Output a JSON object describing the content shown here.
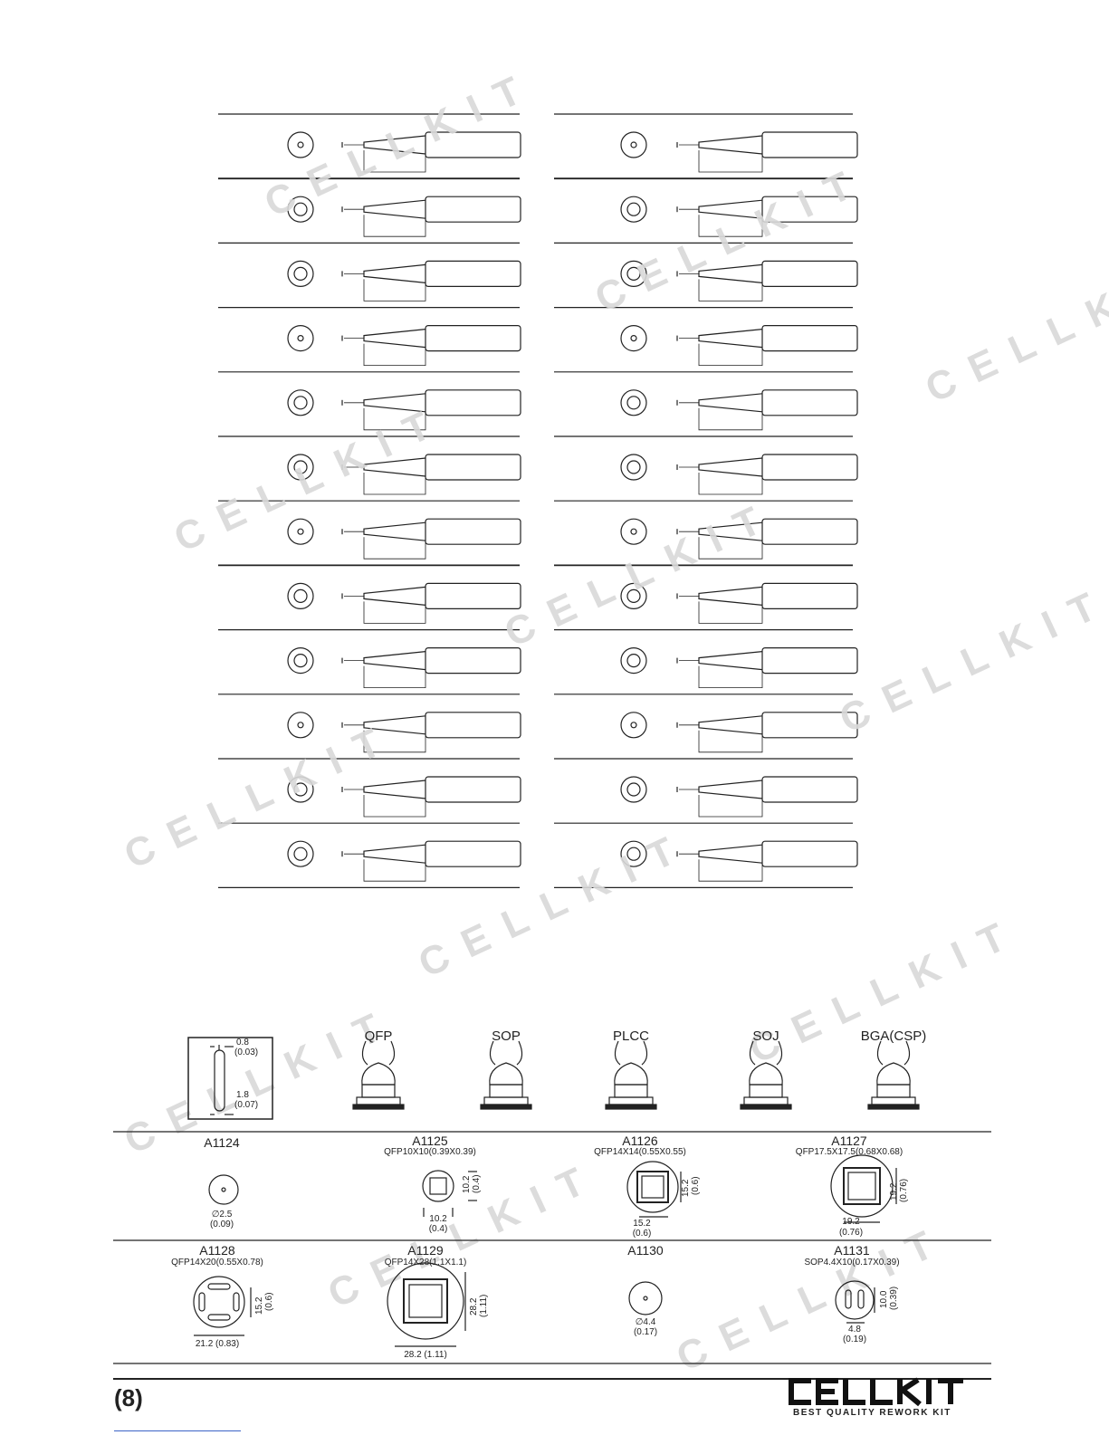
{
  "page_number": "(8)",
  "brand": {
    "name": "CELLKIT",
    "tagline": "BEST QUALITY REWORK KIT"
  },
  "watermark_text": "CELLKIT",
  "slot_nozzle": {
    "width_dim": "0.8",
    "width_dim_in": "(0.03)",
    "height_dim": "1.8",
    "height_dim_in": "(0.07)"
  },
  "nozzle_types": [
    "QFP",
    "SOP",
    "PLCC",
    "SOJ",
    "BGA(CSP)"
  ],
  "nozzles": [
    {
      "code": "A1124",
      "spec": "",
      "diameter": "∅2.5",
      "diameter_in": "(0.09)"
    },
    {
      "code": "A1125",
      "spec": "QFP10X10(0.39X0.39)",
      "w": "10.2",
      "w_in": "(0.4)",
      "h": "10.2",
      "h_in": "(0.4)"
    },
    {
      "code": "A1126",
      "spec": "QFP14X14(0.55X0.55)",
      "w": "15.2",
      "w_in": "(0.6)",
      "h": "15.2",
      "h_in": "(0.6)"
    },
    {
      "code": "A1127",
      "spec": "QFP17.5X17.5(0.68X0.68)",
      "w": "19.2",
      "w_in": "(0.76)",
      "h": "19.2",
      "h_in": "(0.76)"
    },
    {
      "code": "A1128",
      "spec": "QFP14X20(0.55X0.78)",
      "w": "21.2 (0.83)",
      "h": "15.2",
      "h_in": "(0.6)"
    },
    {
      "code": "A1129",
      "spec": "QFP14X28(1.1X1.1)",
      "w": "28.2 (1.11)",
      "h": "28.2",
      "h_in": "(1.11)"
    },
    {
      "code": "A1130",
      "spec": "",
      "diameter": "∅4.4",
      "diameter_in": "(0.17)"
    },
    {
      "code": "A1131",
      "spec": "SOP4.4X10(0.17X0.39)",
      "w": "4.8",
      "w_in": "(0.19)",
      "h": "10.0",
      "h_in": "(0.39)"
    }
  ]
}
